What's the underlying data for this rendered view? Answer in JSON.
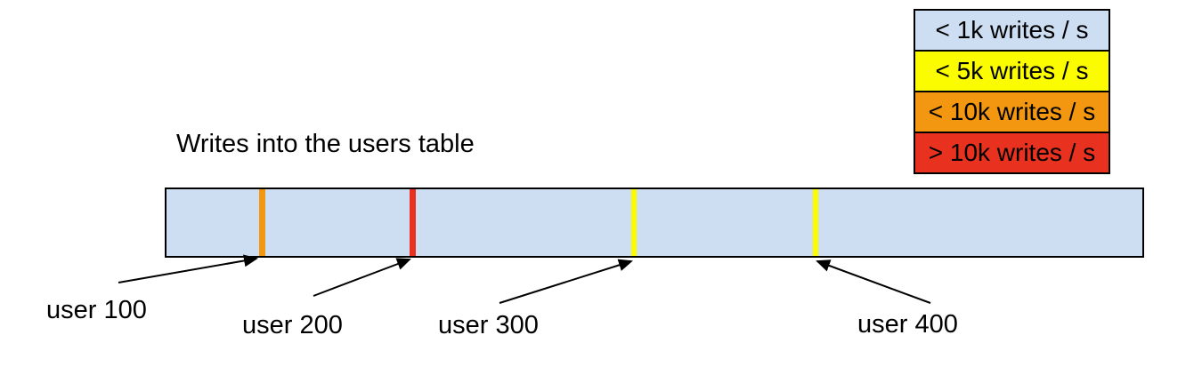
{
  "title": "Writes into the users table",
  "legend": {
    "items": [
      {
        "label": "< 1k writes / s",
        "color": "#cdddf2"
      },
      {
        "label": "< 5k writes / s",
        "color": "#fcfc00"
      },
      {
        "label": "< 10k writes / s",
        "color": "#f2970f"
      },
      {
        "label": "> 10k writes / s",
        "color": "#e8311e"
      }
    ]
  },
  "bar": {
    "fill": "#cdddf2",
    "markers": [
      {
        "user": "user 100",
        "rate": "< 10k writes / s",
        "color": "#f2970f"
      },
      {
        "user": "user 200",
        "rate": "> 10k writes / s",
        "color": "#e8311e"
      },
      {
        "user": "user 300",
        "rate": "< 5k writes / s",
        "color": "#fcfc00"
      },
      {
        "user": "user 400",
        "rate": "< 5k writes / s",
        "color": "#fcfc00"
      }
    ]
  },
  "annotations": [
    {
      "label": "user 100"
    },
    {
      "label": "user 200"
    },
    {
      "label": "user 300"
    },
    {
      "label": "user 400"
    }
  ]
}
